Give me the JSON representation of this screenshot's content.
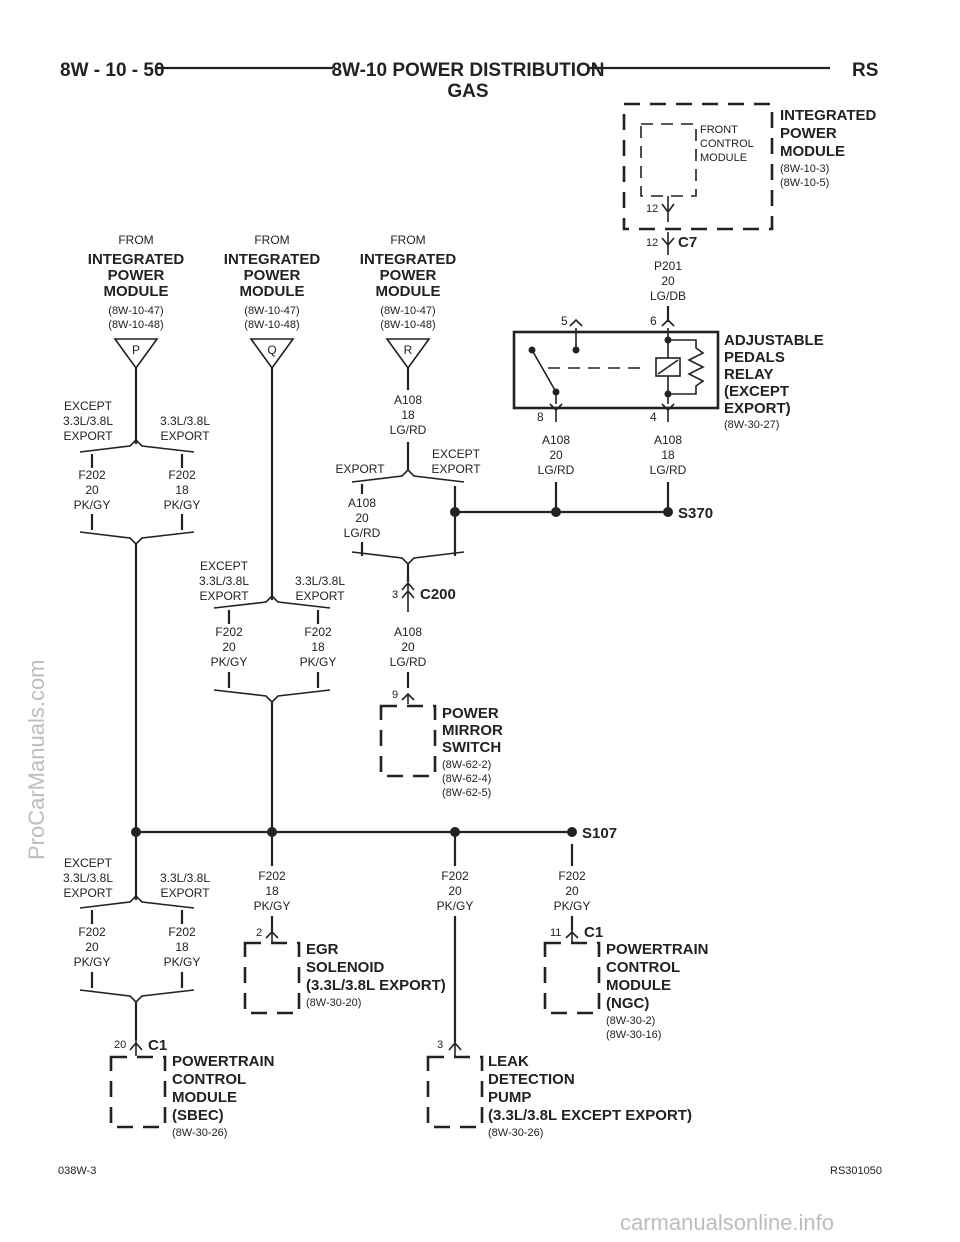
{
  "header": {
    "left": "8W - 10 - 50",
    "title_line1": "8W-10 POWER DISTRIBUTION",
    "title_line2": "GAS",
    "right": "RS"
  },
  "footer": {
    "left": "038W-3",
    "right": "RS301050"
  },
  "watermarks": {
    "side": "ProCarManuals.com",
    "bottom": "carmanualsonline.info"
  },
  "ipm_top": {
    "title": [
      "INTEGRATED",
      "POWER",
      "MODULE"
    ],
    "refs": [
      "(8W-10-3)",
      "(8W-10-5)"
    ],
    "inner": [
      "FRONT",
      "CONTROL",
      "MODULE"
    ],
    "pin_upper": "12",
    "pin_lower": "12",
    "connector": "C7",
    "wire": [
      "P201",
      "20",
      "LG/DB"
    ]
  },
  "sources": [
    {
      "from": "FROM",
      "title": [
        "INTEGRATED",
        "POWER",
        "MODULE"
      ],
      "refs": [
        "(8W-10-47)",
        "(8W-10-48)"
      ],
      "letter": "P"
    },
    {
      "from": "FROM",
      "title": [
        "INTEGRATED",
        "POWER",
        "MODULE"
      ],
      "refs": [
        "(8W-10-47)",
        "(8W-10-48)"
      ],
      "letter": "Q"
    },
    {
      "from": "FROM",
      "title": [
        "INTEGRATED",
        "POWER",
        "MODULE"
      ],
      "refs": [
        "(8W-10-47)",
        "(8W-10-48)"
      ],
      "letter": "R"
    }
  ],
  "relay": {
    "title": [
      "ADJUSTABLE",
      "PEDALS",
      "RELAY",
      "(EXCEPT",
      "EXPORT)"
    ],
    "ref": "(8W-30-27)",
    "pin5": "5",
    "pin6": "6",
    "pin8": "8",
    "pin4": "4",
    "wire8": [
      "A108",
      "20",
      "LG/RD"
    ],
    "wire4": [
      "A108",
      "18",
      "LG/RD"
    ]
  },
  "split": {
    "except": [
      "EXCEPT",
      "3.3L/3.8L",
      "EXPORT"
    ],
    "other": [
      "3.3L/3.8L",
      "EXPORT"
    ],
    "f202_20": [
      "F202",
      "20",
      "PK/GY"
    ],
    "f202_18": [
      "F202",
      "18",
      "PK/GY"
    ]
  },
  "r_branch": {
    "wire_top": [
      "A108",
      "18",
      "LG/RD"
    ],
    "export": "EXPORT",
    "except_export": [
      "EXCEPT",
      "EXPORT"
    ],
    "wire_left": [
      "A108",
      "20",
      "LG/RD"
    ],
    "c200_pin": "3",
    "c200": "C200",
    "wire_bottom": [
      "A108",
      "20",
      "LG/RD"
    ]
  },
  "s370": "S370",
  "s107": "S107",
  "mirror": {
    "pin": "9",
    "title": [
      "POWER",
      "MIRROR",
      "SWITCH"
    ],
    "refs": [
      "(8W-62-2)",
      "(8W-62-4)",
      "(8W-62-5)"
    ]
  },
  "egr": {
    "wire": [
      "F202",
      "18",
      "PK/GY"
    ],
    "pin": "2",
    "title": [
      "EGR",
      "SOLENOID",
      "(3.3L/3.8L EXPORT)"
    ],
    "ref": "(8W-30-20)"
  },
  "ldp": {
    "wire": [
      "F202",
      "20",
      "PK/GY"
    ],
    "pin": "3",
    "title": [
      "LEAK",
      "DETECTION",
      "PUMP",
      "(3.3L/3.8L EXCEPT EXPORT)"
    ],
    "ref": "(8W-30-26)"
  },
  "pcm_ngc": {
    "wire": [
      "F202",
      "20",
      "PK/GY"
    ],
    "pin": "11",
    "connector": "C1",
    "title": [
      "POWERTRAIN",
      "CONTROL",
      "MODULE",
      "(NGC)"
    ],
    "refs": [
      "(8W-30-2)",
      "(8W-30-16)"
    ]
  },
  "pcm_sbec": {
    "pin": "20",
    "connector": "C1",
    "title": [
      "POWERTRAIN",
      "CONTROL",
      "MODULE",
      "(SBEC)"
    ],
    "ref": "(8W-30-26)"
  }
}
